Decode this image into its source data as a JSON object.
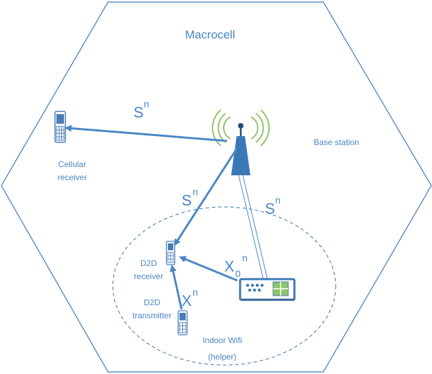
{
  "labels": {
    "macrocell": "Macrocell",
    "base_station": "Base station",
    "cellular_receiver_line1": "Cellular",
    "cellular_receiver_line2": "receiver",
    "d2d_receiver_line1": "D2D",
    "d2d_receiver_line2": "receiver",
    "d2d_transmitter_line1": "D2D",
    "d2d_transmitter_line2": "transmitter",
    "wifi_line1": "Indoor Wifi",
    "wifi_line2": "(helper)"
  },
  "links": {
    "to_cellular": {
      "base": "S",
      "sup": "n"
    },
    "to_d2d_receiver": {
      "base": "S",
      "sup": "n"
    },
    "to_wifi": {
      "base": "S",
      "sup": "n"
    },
    "wifi_to_d2d": {
      "base": "X",
      "sub": "0",
      "sup": "n"
    },
    "transmitter_to_d2d": {
      "base": "X",
      "sup": "n"
    }
  },
  "colors": {
    "line": "#4a86c5",
    "hexagon": "#3b78b6",
    "signal": "#8fc56a",
    "device_fill": "#4a7db5"
  }
}
